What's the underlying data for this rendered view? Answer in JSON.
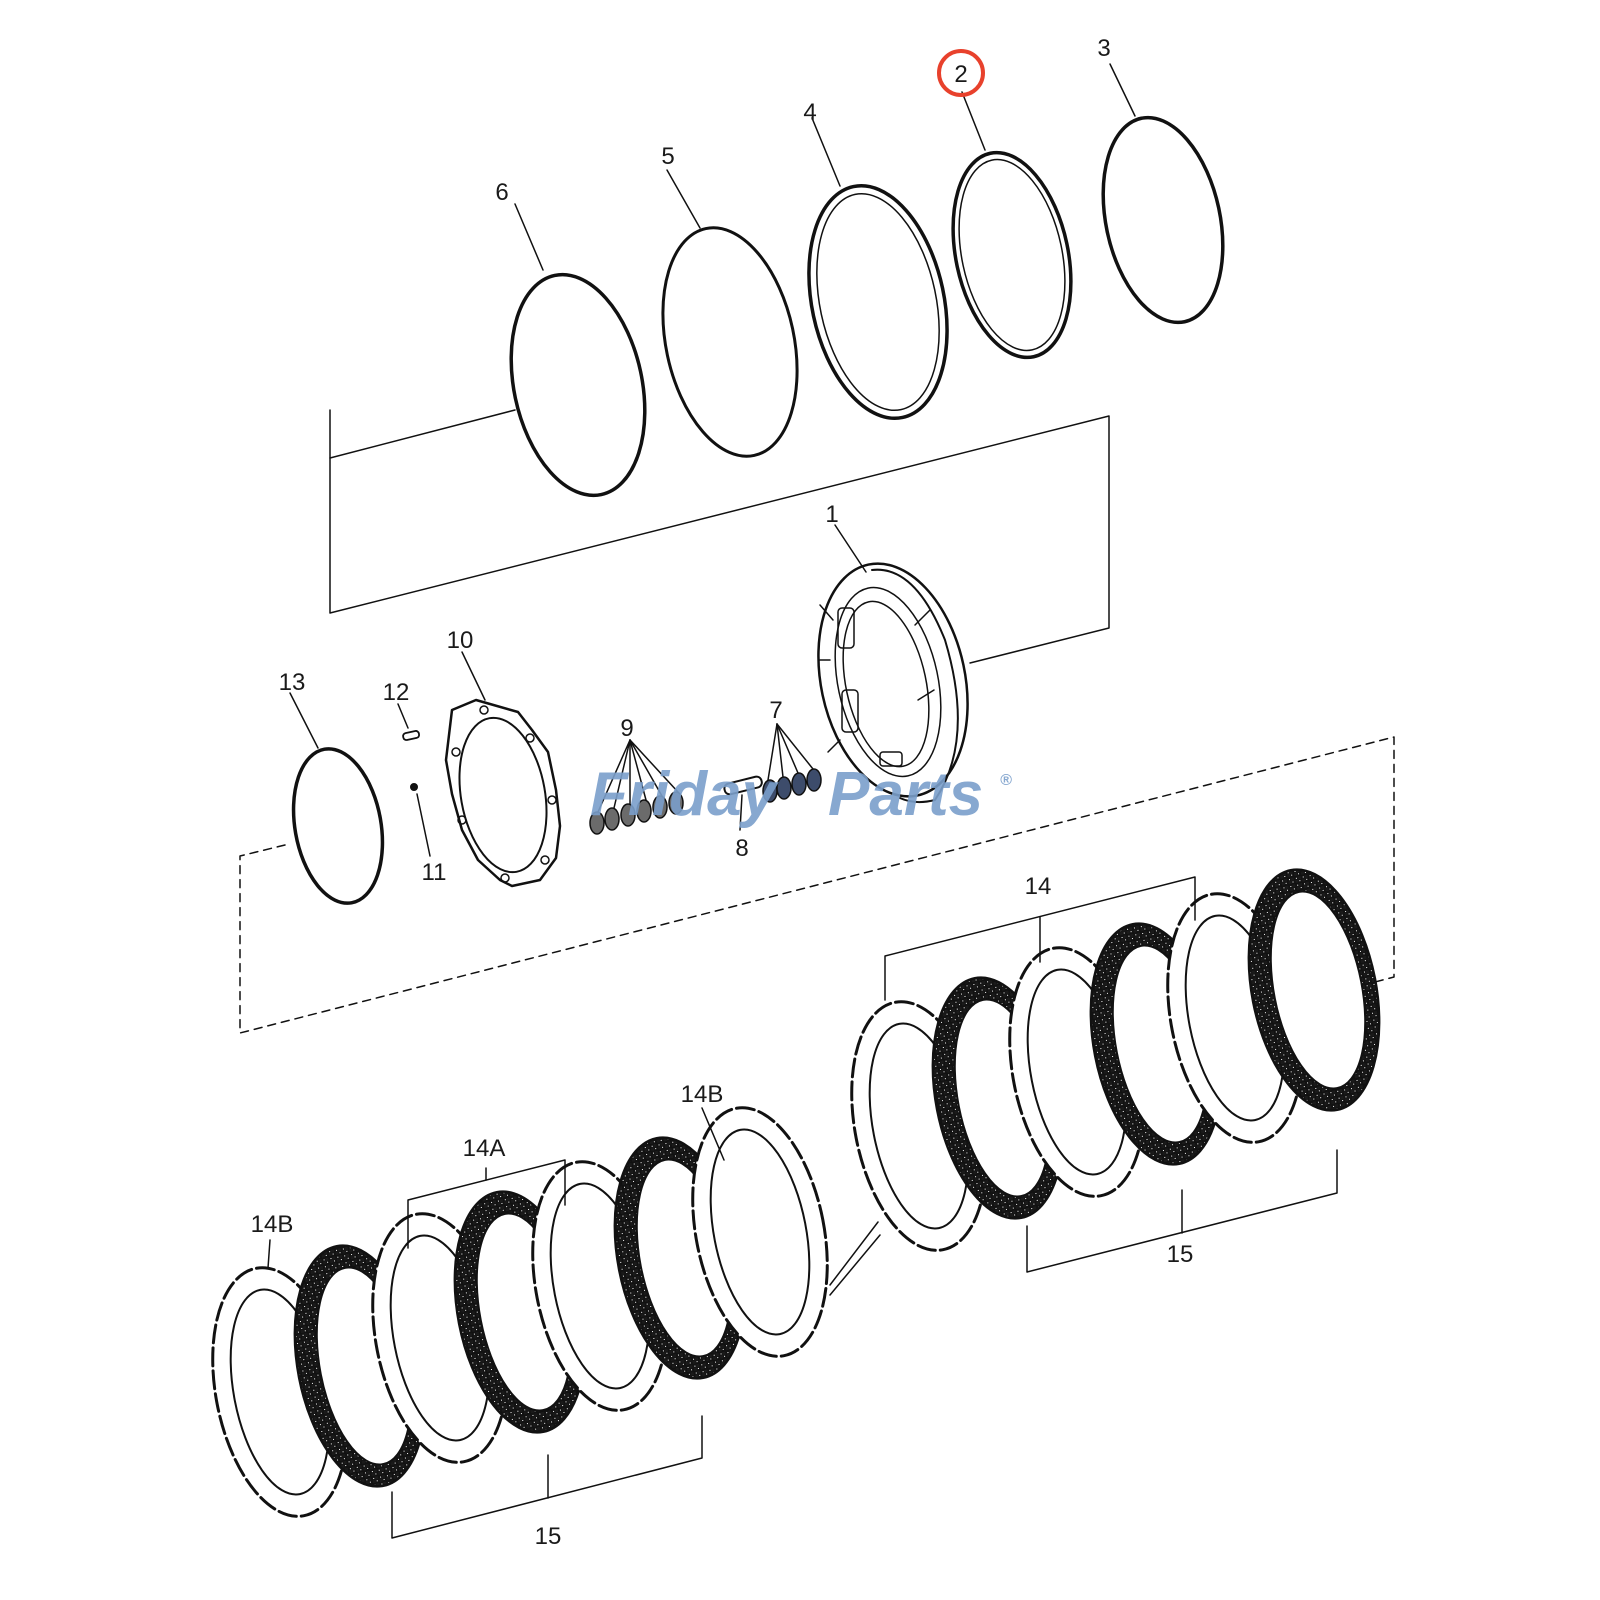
{
  "diagram": {
    "callouts": {
      "c1": "1",
      "c2": "2",
      "c3": "3",
      "c4": "4",
      "c5": "5",
      "c6": "6",
      "c7": "7",
      "c8": "8",
      "c9": "9",
      "c10": "10",
      "c11": "11",
      "c12": "12",
      "c13": "13",
      "c14_right": "14",
      "c14a": "14A",
      "c14b_left": "14B",
      "c14b_mid": "14B",
      "c15_left": "15",
      "c15_right": "15"
    },
    "highlighted_callout": "2",
    "highlight_color": "#e8412c",
    "watermark": {
      "part1": "Friday",
      "part2": "Parts",
      "reg": "®",
      "color_main": "#7b9fcb",
      "color_accent": "#f0a95c"
    }
  }
}
